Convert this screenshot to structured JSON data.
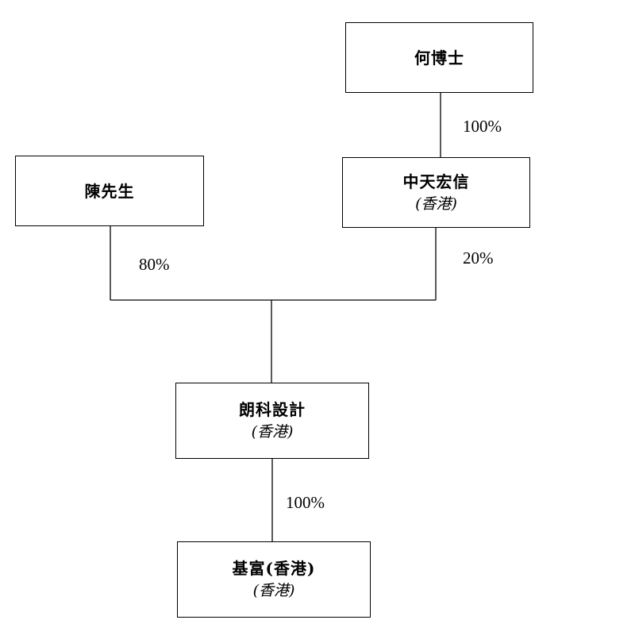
{
  "entities": {
    "dr_he": {
      "name": "何博士"
    },
    "mr_chen": {
      "name": "陳先生"
    },
    "zhongtian": {
      "name": "中天宏信",
      "sub": "(香港)"
    },
    "langke": {
      "name": "朗科設計",
      "sub": "(香港)"
    },
    "jifu": {
      "name": "基富(香港)",
      "sub": "(香港)"
    }
  },
  "ownership": {
    "dr_he_to_zhongtian": "100%",
    "mr_chen_to_langke": "80%",
    "zhongtian_to_langke": "20%",
    "langke_to_jifu": "100%"
  }
}
